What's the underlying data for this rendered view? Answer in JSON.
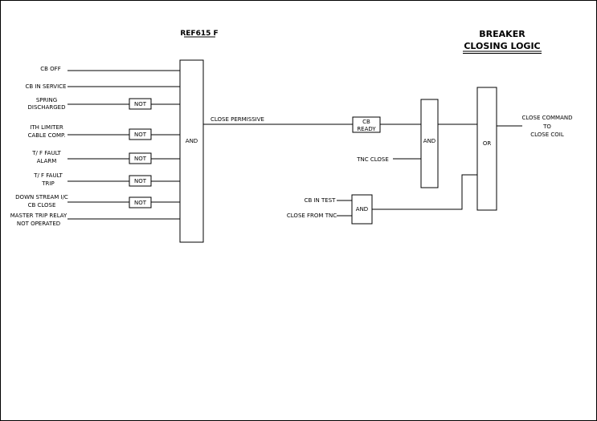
{
  "diagram": {
    "relay_title": "REF615 F",
    "title_line1": "BREAKER",
    "title_line2": "CLOSING LOGIC",
    "inputs": [
      {
        "label": [
          "CB OFF"
        ]
      },
      {
        "label": [
          "CB IN SERVICE"
        ]
      },
      {
        "label": [
          "SPRING",
          "DISCHARGED"
        ],
        "not": "NOT"
      },
      {
        "label": [
          "ITH LIMITER",
          "CABLE COMP."
        ],
        "not": "NOT"
      },
      {
        "label": [
          "T/ F FAULT",
          "ALARM"
        ],
        "not": "NOT"
      },
      {
        "label": [
          "T/ F FAULT",
          "TRIP"
        ],
        "not": "NOT"
      },
      {
        "label": [
          "DOWN STREAM I/C",
          "CB CLOSE"
        ],
        "not": "NOT"
      },
      {
        "label": [
          "MASTER TRIP RELAY",
          "NOT OPERATED"
        ]
      }
    ],
    "main_and": "AND",
    "close_permissive": "CLOSE PERMISSIVE",
    "cb_ready": [
      "CB",
      "READY"
    ],
    "tnc_close": "TNC CLOSE",
    "and2": "AND",
    "cb_in_test": "CB IN TEST",
    "close_from_tnc": "CLOSE FROM TNC",
    "and3": "AND",
    "or_gate": "OR",
    "output": [
      "CLOSE COMMAND",
      "TO",
      "CLOSE COIL"
    ]
  }
}
